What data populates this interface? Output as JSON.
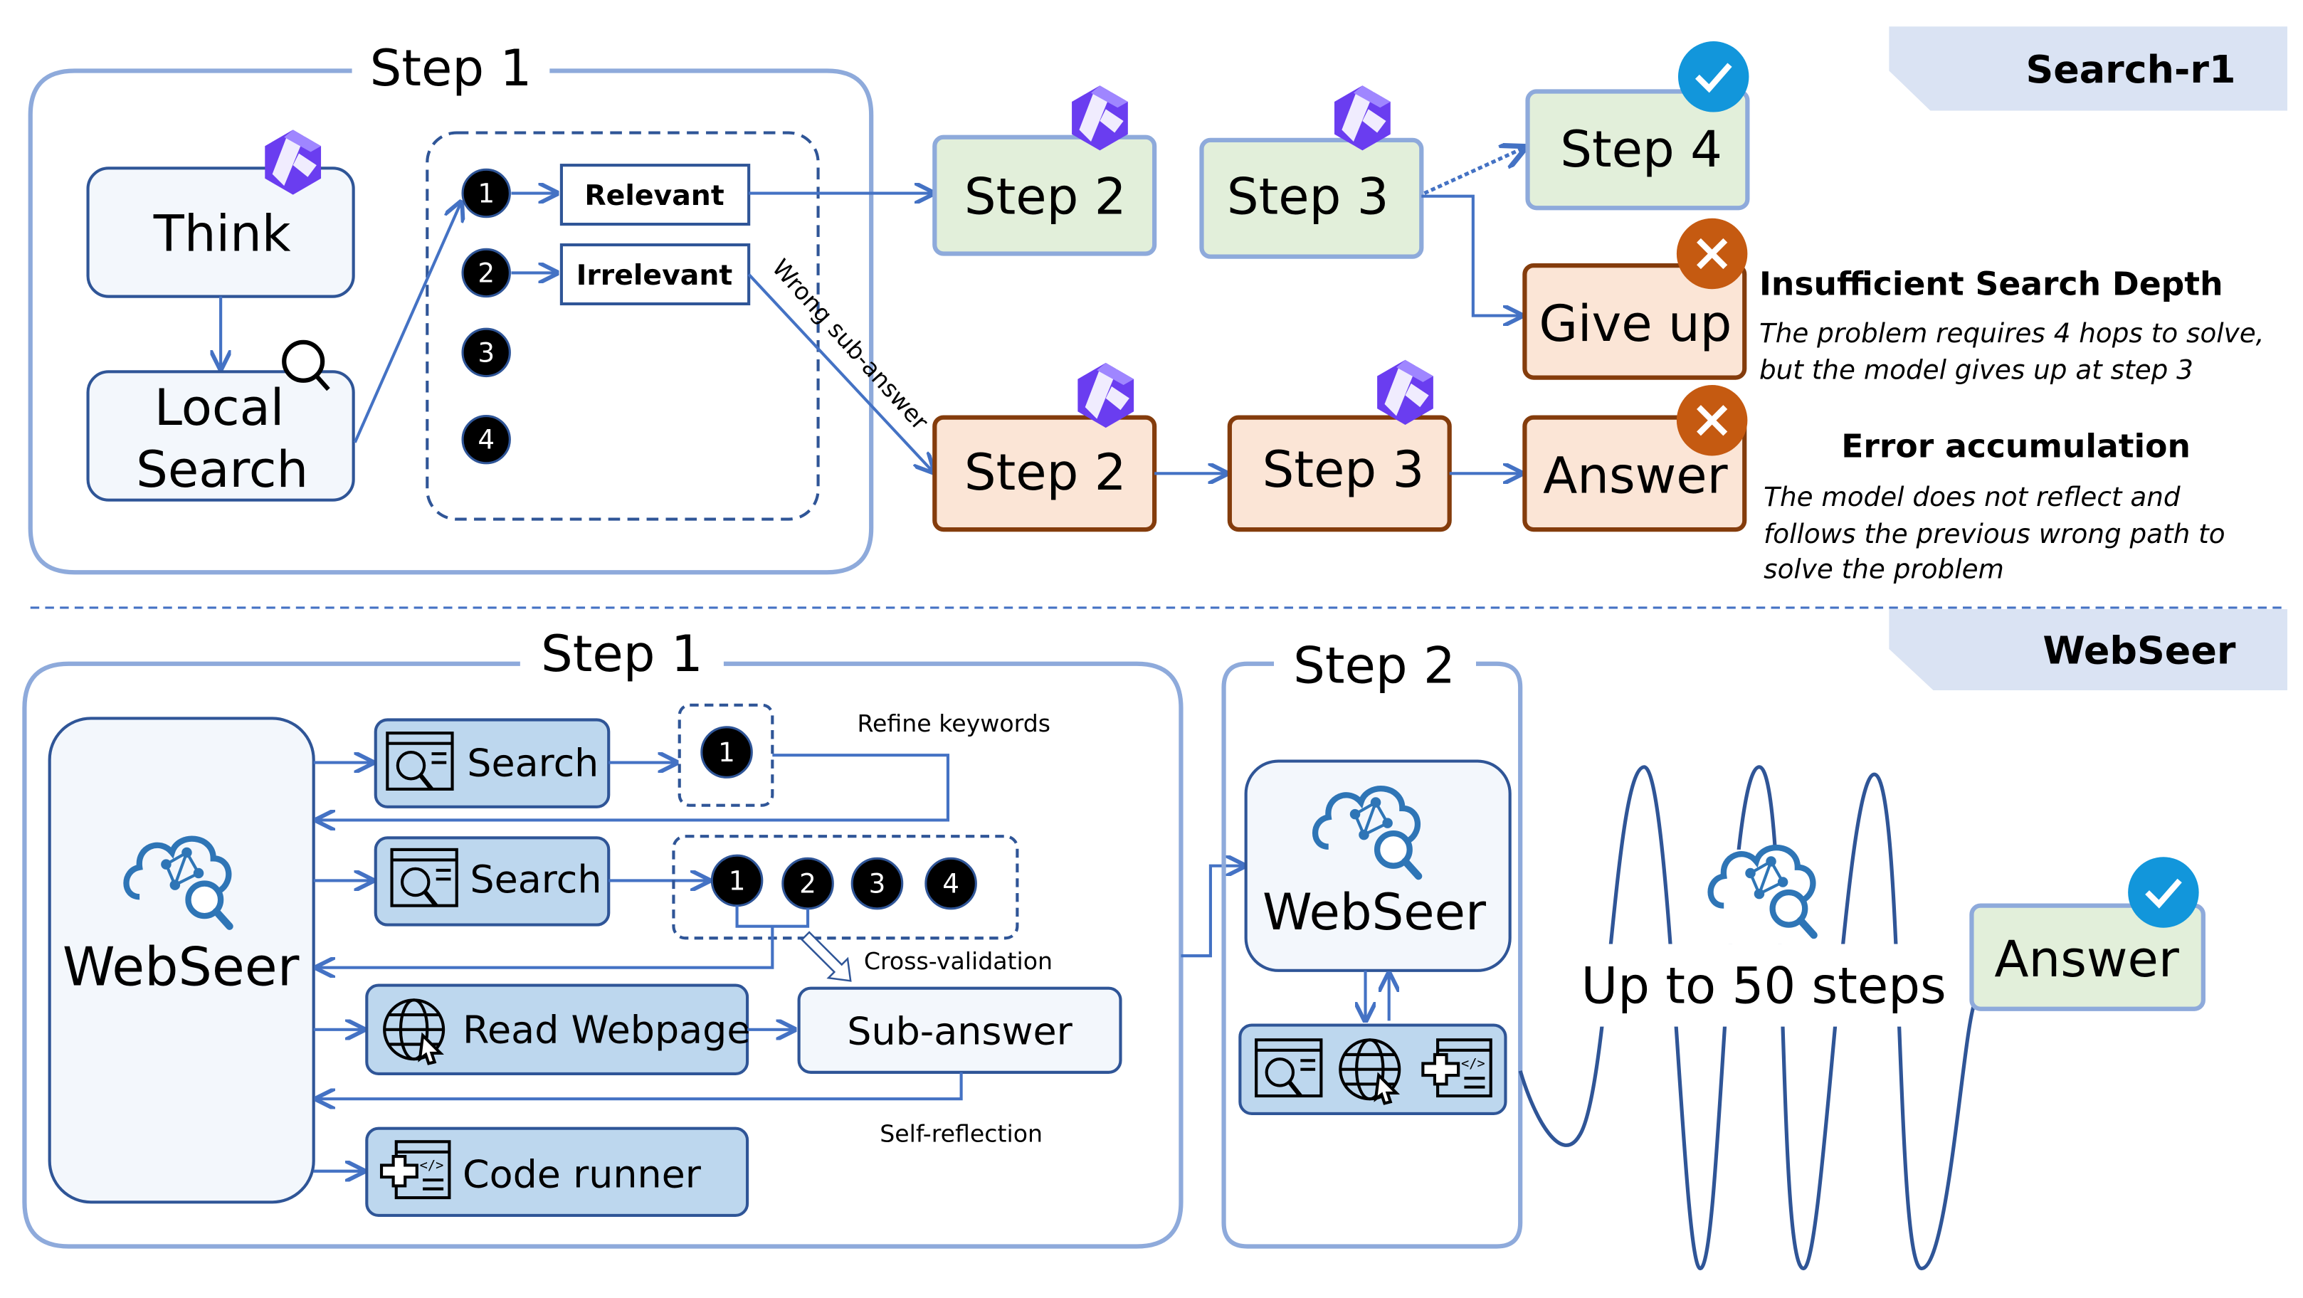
{
  "top_section": {
    "banner": "Search-r1",
    "step1_title": "Step 1",
    "think_label": "Think",
    "local_search_label_line1": "Local",
    "local_search_label_line2": "Search",
    "results": [
      {
        "num": "1",
        "judgement": "Relevant"
      },
      {
        "num": "2",
        "judgement": "Irrelevant"
      },
      {
        "num": "3"
      },
      {
        "num": "4"
      }
    ],
    "wrong_label": "Wrong sub-answer",
    "upper_path": [
      {
        "label": "Step 2",
        "status": "success"
      },
      {
        "label": "Step 3",
        "status": "success"
      },
      {
        "label": "Step 4",
        "status": "correct"
      }
    ],
    "give_up_label": "Give up",
    "lower_path": [
      {
        "label": "Step 2",
        "status": "error"
      },
      {
        "label": "Step 3",
        "status": "error"
      },
      {
        "label": "Answer",
        "status": "wrong"
      }
    ],
    "failure_1": {
      "title": "Insufficient Search Depth",
      "line1": "The problem requires 4 hops to solve,",
      "line2": "but the model gives up at step 3"
    },
    "failure_2": {
      "title": "Error accumulation",
      "line1": "The model does not reflect and",
      "line2": "follows the previous wrong path to",
      "line3": "solve the problem"
    }
  },
  "bottom_section": {
    "banner": "WebSeer",
    "step1_title": "Step 1",
    "agent_label": "WebSeer",
    "tools": {
      "search1": "Search",
      "search2": "Search",
      "read": "Read Webpage",
      "code": "Code runner"
    },
    "search1_results": [
      "1"
    ],
    "search2_results": [
      "1",
      "2",
      "3",
      "4"
    ],
    "refine_label": "Refine keywords",
    "cross_label": "Cross-validation",
    "sub_answer_label": "Sub-answer",
    "self_reflection_label": "Self-reflection",
    "step2_title": "Step 2",
    "step2_agent_label": "WebSeer",
    "loop_label": "Up to 50 steps",
    "final_answer_label": "Answer"
  },
  "colors": {
    "frame_blue": "#8eaadb",
    "line_blue": "#4472c4",
    "dark_blue": "#2f5597",
    "green_fill": "#e2efda",
    "orange_fill": "#fbe5d6",
    "orange_border": "#843c0c",
    "x_badge": "#c55a11",
    "check_badge": "#1296db",
    "tool_fill": "#bdd7ee",
    "light_fill": "#f3f7fc",
    "banner_fill": "#dae3f3",
    "qwen_purple": "#6a3df0"
  }
}
